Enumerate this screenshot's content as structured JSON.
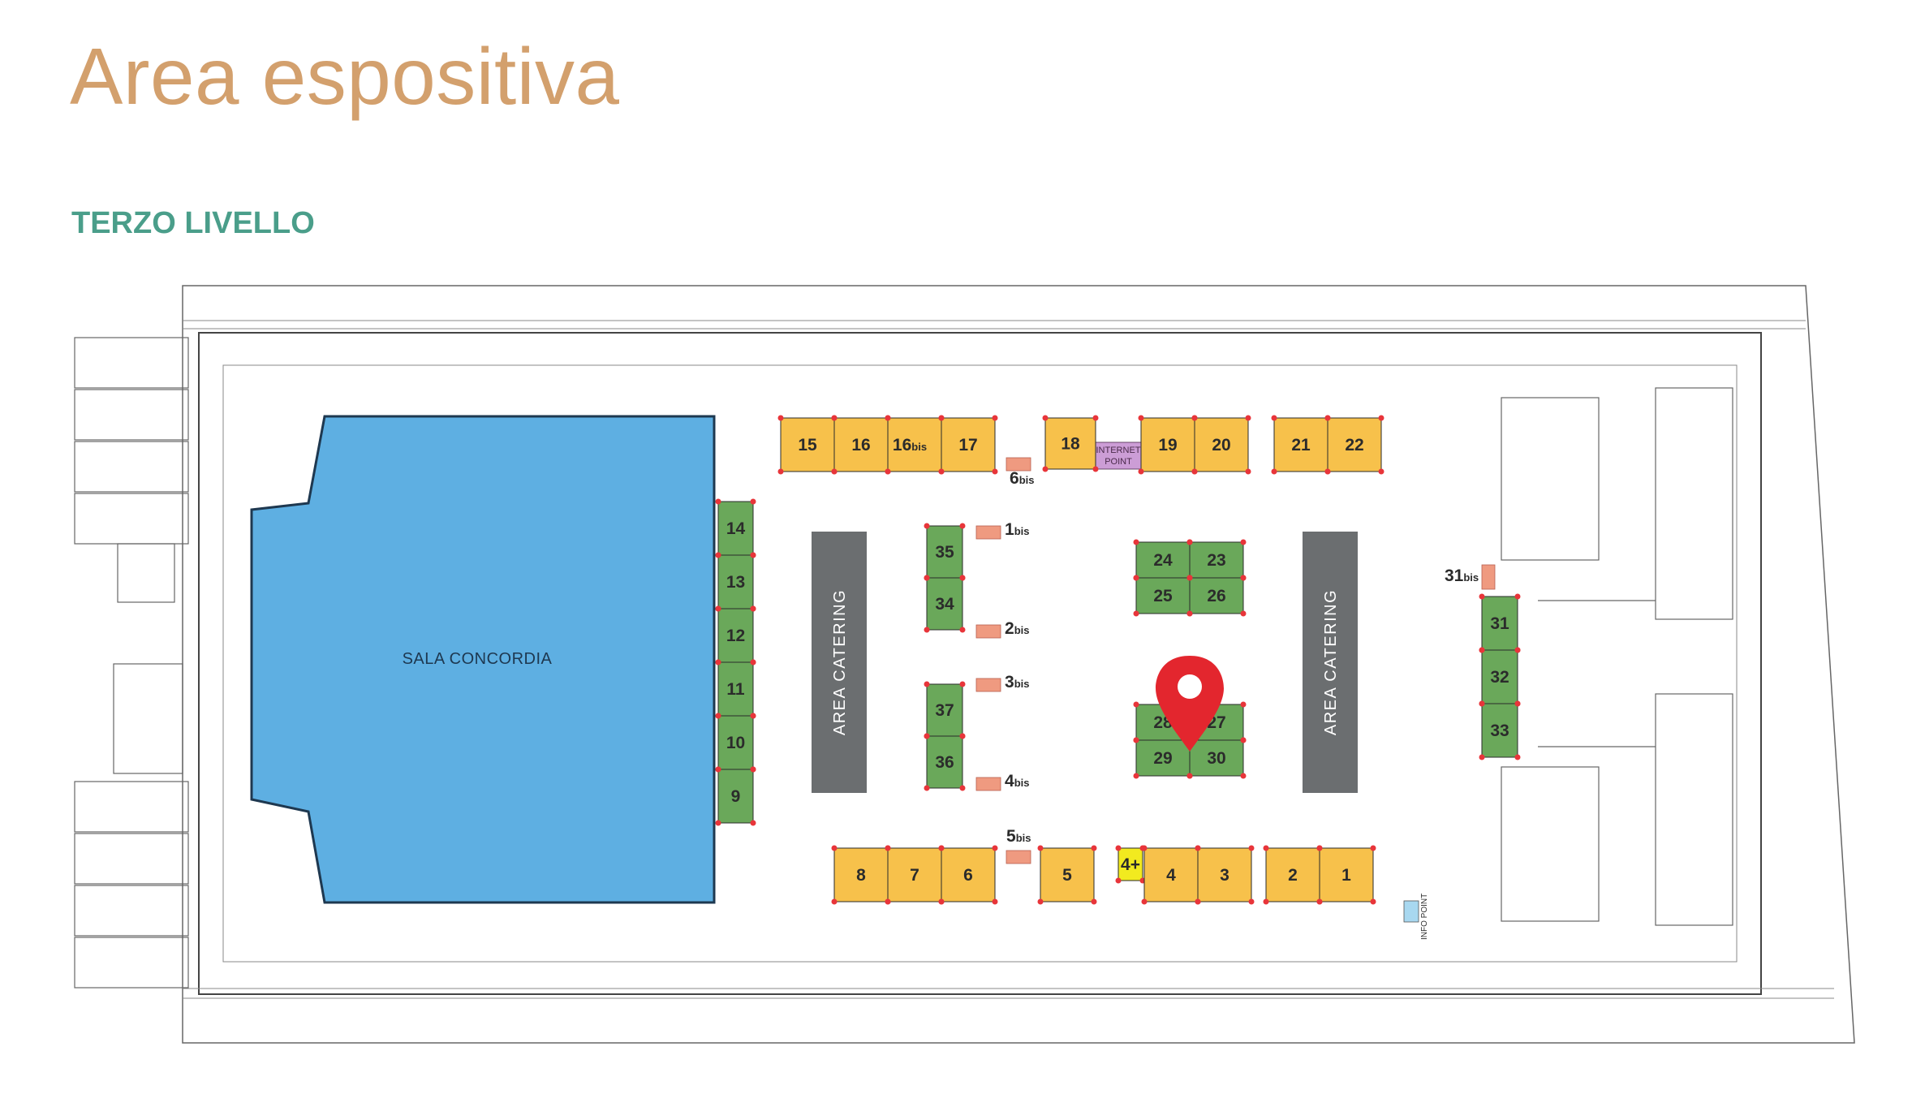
{
  "header": {
    "title": "Area espositiva",
    "subtitle": "TERZO LIVELLO"
  },
  "colors": {
    "title": "#d3a06d",
    "subtitle": "#4a9e8a",
    "booth_yellow": "#f7c14b",
    "booth_green": "#6aa85a",
    "hall_blue": "#5eafe2",
    "catering_gray": "#6b6e70",
    "bis_orange": "#ef9a80",
    "internet_point": "#cc9dd6",
    "info_point": "#a8d8f0",
    "marker_red": "#e3262e",
    "dot_red": "#e8353a",
    "booth_4plus": "#f2ea1f"
  },
  "map": {
    "hall_label": "SALA CONCORDIA",
    "catering_label": "AREA CATERING",
    "internet_point_line1": "INTERNET",
    "internet_point_line2": "POINT",
    "info_point_label": "INFO POINT",
    "marker_booth": "28",
    "booths": [
      {
        "id": "b15",
        "label": "15",
        "color": "yellow"
      },
      {
        "id": "b16",
        "label": "16",
        "color": "yellow"
      },
      {
        "id": "b16bis",
        "label": "16",
        "suffix": "bis",
        "color": "yellow"
      },
      {
        "id": "b17",
        "label": "17",
        "color": "yellow"
      },
      {
        "id": "b18",
        "label": "18",
        "color": "yellow"
      },
      {
        "id": "b19",
        "label": "19",
        "color": "yellow"
      },
      {
        "id": "b20",
        "label": "20",
        "color": "yellow"
      },
      {
        "id": "b21",
        "label": "21",
        "color": "yellow"
      },
      {
        "id": "b22",
        "label": "22",
        "color": "yellow"
      },
      {
        "id": "b14",
        "label": "14",
        "color": "green"
      },
      {
        "id": "b13",
        "label": "13",
        "color": "green"
      },
      {
        "id": "b12",
        "label": "12",
        "color": "green"
      },
      {
        "id": "b11",
        "label": "11",
        "color": "green"
      },
      {
        "id": "b10",
        "label": "10",
        "color": "green"
      },
      {
        "id": "b9",
        "label": "9",
        "color": "green"
      },
      {
        "id": "b35",
        "label": "35",
        "color": "green"
      },
      {
        "id": "b34",
        "label": "34",
        "color": "green"
      },
      {
        "id": "b37",
        "label": "37",
        "color": "green"
      },
      {
        "id": "b36",
        "label": "36",
        "color": "green"
      },
      {
        "id": "b24",
        "label": "24",
        "color": "green"
      },
      {
        "id": "b23",
        "label": "23",
        "color": "green"
      },
      {
        "id": "b25",
        "label": "25",
        "color": "green"
      },
      {
        "id": "b26",
        "label": "26",
        "color": "green"
      },
      {
        "id": "b28",
        "label": "28",
        "color": "green"
      },
      {
        "id": "b27",
        "label": "27",
        "color": "green"
      },
      {
        "id": "b29",
        "label": "29",
        "color": "green"
      },
      {
        "id": "b30",
        "label": "30",
        "color": "green"
      },
      {
        "id": "b31",
        "label": "31",
        "color": "green"
      },
      {
        "id": "b32",
        "label": "32",
        "color": "green"
      },
      {
        "id": "b33",
        "label": "33",
        "color": "green"
      },
      {
        "id": "b8",
        "label": "8",
        "color": "yellow"
      },
      {
        "id": "b7",
        "label": "7",
        "color": "yellow"
      },
      {
        "id": "b6",
        "label": "6",
        "color": "yellow"
      },
      {
        "id": "b5",
        "label": "5",
        "color": "yellow"
      },
      {
        "id": "b4plus",
        "label": "4+",
        "color": "lime"
      },
      {
        "id": "b4",
        "label": "4",
        "color": "yellow"
      },
      {
        "id": "b3",
        "label": "3",
        "color": "yellow"
      },
      {
        "id": "b2",
        "label": "2",
        "color": "yellow"
      },
      {
        "id": "b1",
        "label": "1",
        "color": "yellow"
      }
    ],
    "bis_spots": [
      {
        "id": "bis1",
        "label": "1",
        "suffix": "bis"
      },
      {
        "id": "bis2",
        "label": "2",
        "suffix": "bis"
      },
      {
        "id": "bis3",
        "label": "3",
        "suffix": "bis"
      },
      {
        "id": "bis4",
        "label": "4",
        "suffix": "bis"
      },
      {
        "id": "bis5",
        "label": "5",
        "suffix": "bis"
      },
      {
        "id": "bis6",
        "label": "6",
        "suffix": "bis"
      },
      {
        "id": "bis31",
        "label": "31",
        "suffix": "bis"
      }
    ]
  }
}
